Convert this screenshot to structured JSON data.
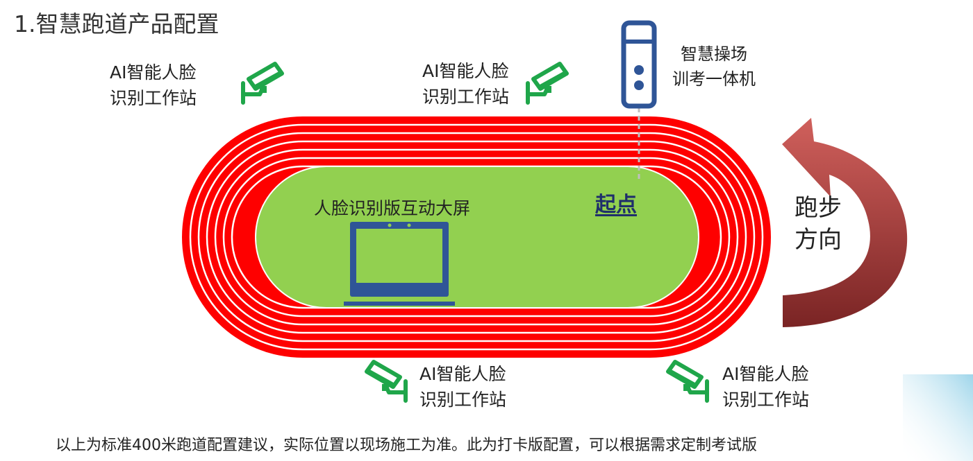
{
  "title": "1.智慧跑道产品配置",
  "cameras": [
    {
      "line1": "AI智能人脸",
      "line2": "识别工作站"
    },
    {
      "line1": "AI智能人脸",
      "line2": "识别工作站"
    },
    {
      "line1": "AI智能人脸",
      "line2": "识别工作站"
    },
    {
      "line1": "AI智能人脸",
      "line2": "识别工作站"
    }
  ],
  "kiosk": {
    "line1": "智慧操场",
    "line2": "训考一体机"
  },
  "screen_label": "人脸识别版互动大屏",
  "start_label": "起点",
  "direction": {
    "line1": "跑步",
    "line2": "方向"
  },
  "footnote": "以上为标准400米跑道配置建议，实际位置以现场施工为准。此为打卡版配置，可以根据需求定制考试版",
  "colors": {
    "track_red": "#fe0000",
    "lane_line": "#ffffff",
    "field_green": "#92d050",
    "camera_green": "#1fa64a",
    "device_blue": "#2f5597",
    "arrow_dark": "#7f2727",
    "arrow_light": "#c0504d",
    "start_text": "#1f2f6b"
  },
  "icons": {
    "camera": "cctv-camera-icon",
    "kiosk": "kiosk-terminal-icon",
    "screen": "display-screen-icon",
    "arrow": "curved-arrow-icon"
  }
}
